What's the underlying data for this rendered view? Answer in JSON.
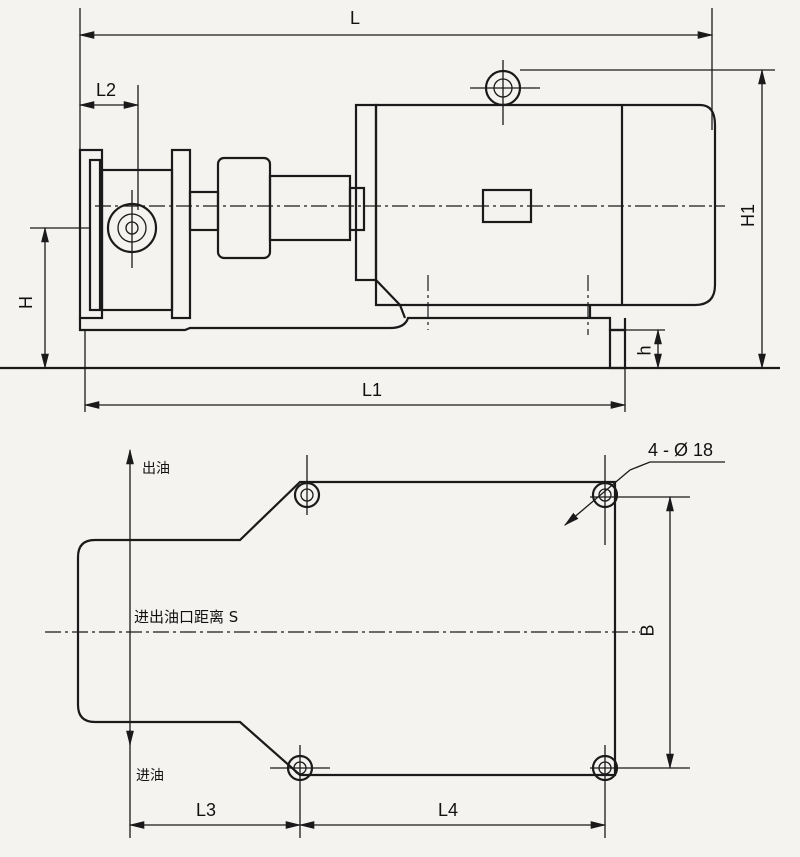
{
  "elevation": {
    "dim_L": "L",
    "dim_L2": "L2",
    "dim_H": "H",
    "dim_H1": "H1",
    "dim_h": "h",
    "dim_L1": "L1"
  },
  "plan": {
    "outlet_label": "出油",
    "hole_note": "4 - Ø 18",
    "port_distance_label": "进出油口距离 S",
    "dim_B": "B",
    "inlet_label": "进油",
    "dim_L3": "L3",
    "dim_L4": "L4"
  }
}
